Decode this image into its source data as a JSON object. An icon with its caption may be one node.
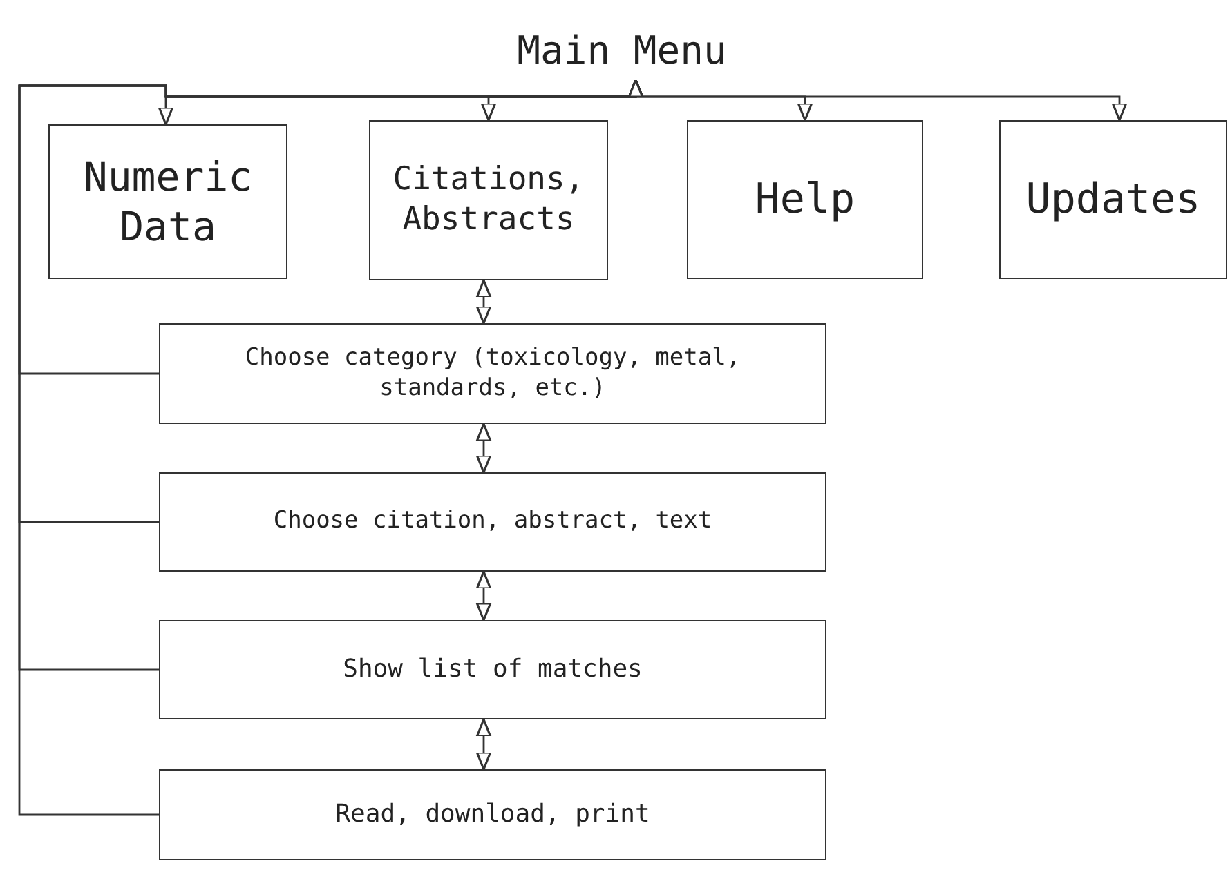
{
  "diagram": {
    "nodes": [
      {
        "text": [
          "Main Menu"
        ]
      },
      {
        "text": [
          "Numeric Data"
        ]
      },
      {
        "text": [
          "Citations, Abstracts"
        ]
      },
      {
        "text": [
          "Help"
        ]
      },
      {
        "text": [
          "Updates"
        ]
      },
      {
        "text": [
          "Choose category (toxicology, metal, standards, etc.)"
        ]
      },
      {
        "text": [
          "Choose citation, abstract, text"
        ]
      },
      {
        "text": [
          "Show list of matches"
        ]
      },
      {
        "text": [
          "Read, download, print"
        ]
      }
    ],
    "edges": [
      {
        "from": 0,
        "to": 1,
        "arrow": "to"
      },
      {
        "from": 0,
        "to": 2,
        "arrow": "both"
      },
      {
        "from": 0,
        "to": 3,
        "arrow": "both"
      },
      {
        "from": 0,
        "to": 4,
        "arrow": "to"
      },
      {
        "from": 2,
        "to": 5,
        "arrow": "both"
      },
      {
        "from": 5,
        "to": 6,
        "arrow": "both"
      },
      {
        "from": 6,
        "to": 7,
        "arrow": "both"
      },
      {
        "from": 7,
        "to": 8,
        "arrow": "both"
      },
      {
        "from": 5,
        "to": 0,
        "arrow": "to"
      },
      {
        "from": 6,
        "to": 0,
        "arrow": "to"
      },
      {
        "from": 7,
        "to": 0,
        "arrow": "to"
      },
      {
        "from": 8,
        "to": 0,
        "arrow": "to"
      }
    ]
  }
}
